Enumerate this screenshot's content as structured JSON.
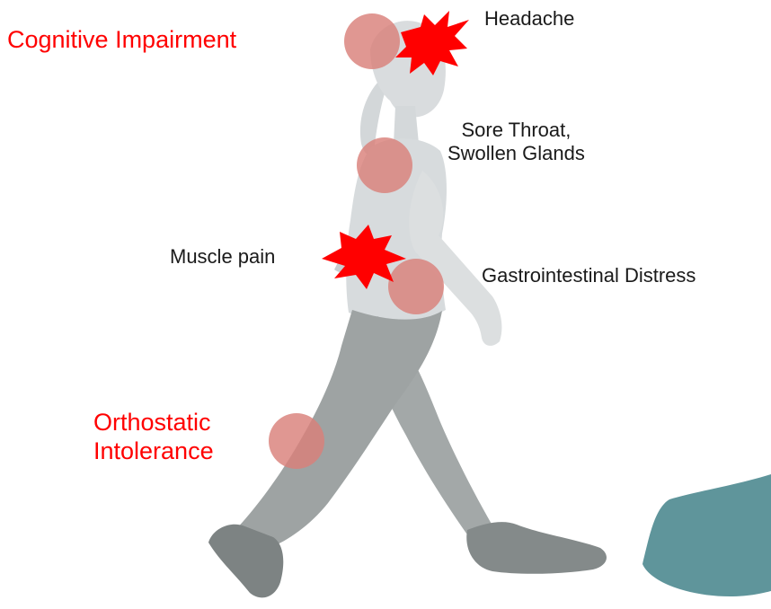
{
  "labels": {
    "cognitive": "Cognitive Impairment",
    "orthostatic_line1": "Orthostatic",
    "orthostatic_line2": "Intolerance",
    "headache": "Headache",
    "sore_throat_line1": "Sore Throat,",
    "sore_throat_line2": "Swollen Glands",
    "muscle_pain": "Muscle pain",
    "gi": "Gastrointestinal Distress"
  },
  "colors": {
    "red_label": "#ff0000",
    "pain_burst": "#ff0000",
    "symptom_circle": "#d9807a",
    "figure_upper": "#d7dbdd",
    "figure_lower": "#9ea3a3",
    "shoes": "#838989",
    "bag": "#5f959b"
  }
}
